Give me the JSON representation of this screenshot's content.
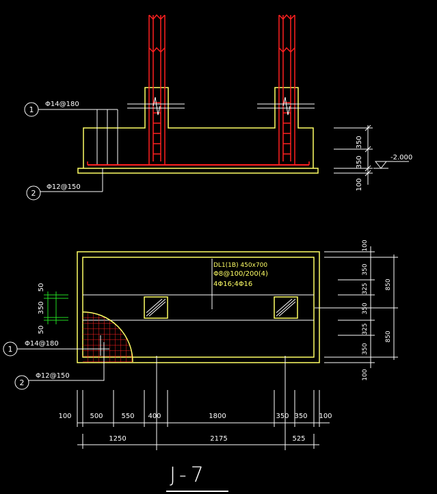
{
  "colors": {
    "background": "#000000",
    "outline": "#ffff66",
    "rebar": "#ff2020",
    "white": "#ffffff",
    "green": "#22dd22"
  },
  "elevation_view": {
    "callout_1": {
      "num": "1",
      "text": "Φ14@180"
    },
    "callout_2": {
      "num": "2",
      "text": "Φ12@150"
    },
    "dims_right": [
      "350",
      "350",
      "100"
    ],
    "level": "-2.000"
  },
  "plan_view": {
    "beam_note": {
      "line1": "DL1(1B) 450x700",
      "line2": "Φ8@100/200(4)",
      "line3": "4Φ16;4Φ16"
    },
    "callout_1": {
      "num": "1",
      "text": "Φ14@180"
    },
    "callout_2": {
      "num": "2",
      "text": "Φ12@150"
    },
    "dims_left": [
      "50",
      "350",
      "50"
    ],
    "dims_right_inner": [
      "100",
      "350",
      "325",
      "350",
      "325",
      "350",
      "100"
    ],
    "dims_right_outer": [
      "850",
      "850"
    ],
    "dims_bottom_row1": [
      "100",
      "500",
      "550",
      "400",
      "1800",
      "350",
      "350",
      "100"
    ],
    "dims_bottom_row2": [
      "1250",
      "2175",
      "525"
    ]
  },
  "title": "J-7"
}
